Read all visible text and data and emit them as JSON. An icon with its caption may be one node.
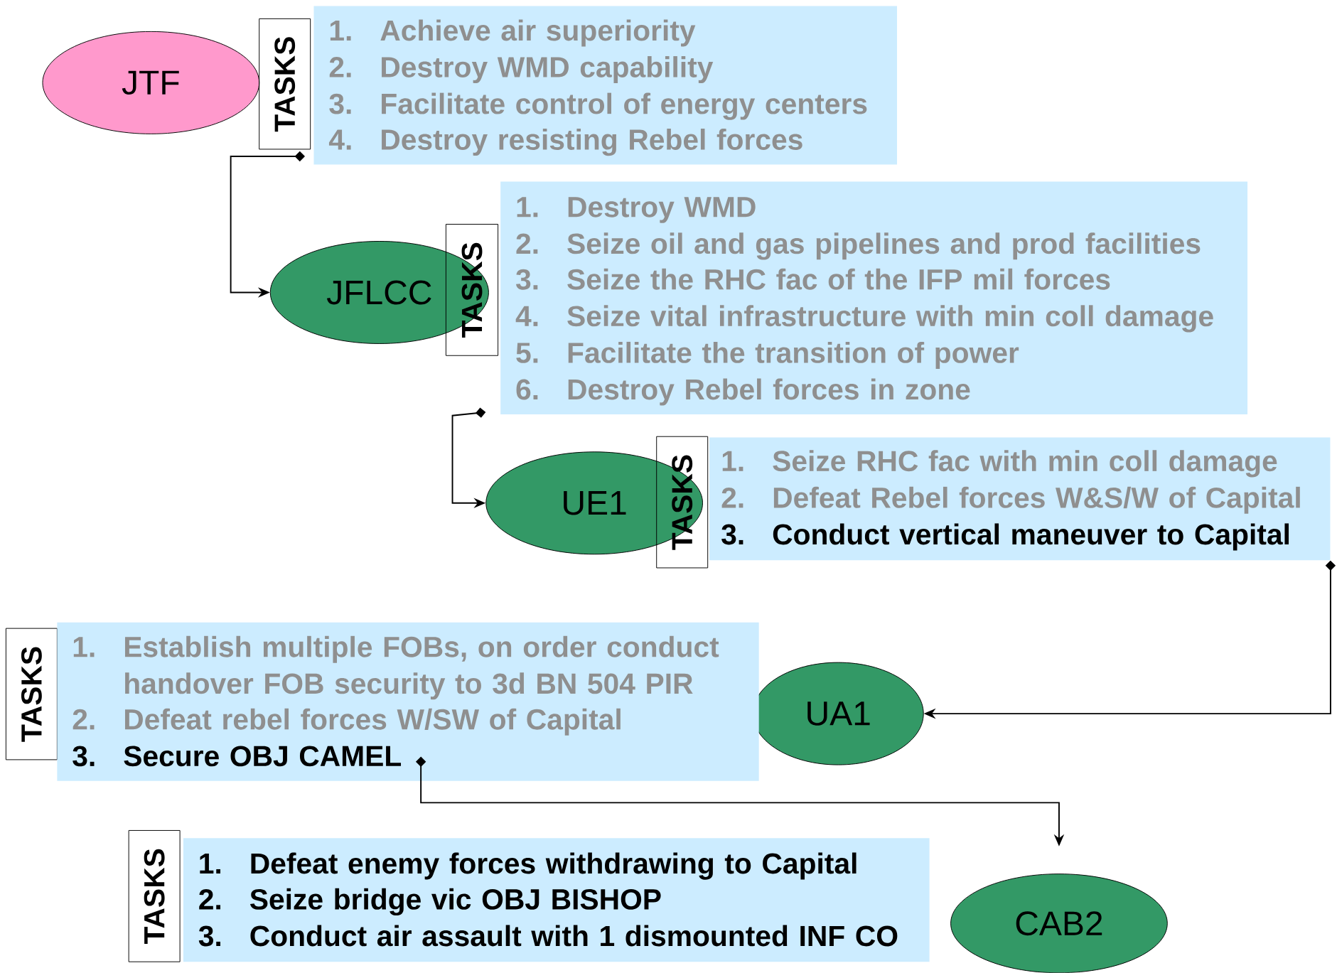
{
  "diagram": {
    "nodes": [
      {
        "text": [
          "JTF"
        ]
      },
      {
        "text": [
          "TASKS"
        ]
      },
      {
        "text": [
          "1.",
          "Achieve air superiority",
          "2.",
          "Destroy WMD capability",
          "3.",
          "Facilitate control of energy centers",
          "4.",
          "Destroy resisting Rebel forces"
        ]
      },
      {
        "text": [
          "JFLCC"
        ]
      },
      {
        "text": [
          "TASKS"
        ]
      },
      {
        "text": [
          "1.",
          "Destroy WMD",
          "2.",
          "Seize oil and gas pipelines and prod facilities",
          "3.",
          "Seize the RHC fac of the IFP mil forces",
          "4.",
          "Seize vital infrastructure with min coll damage",
          "5.",
          "Facilitate the transition of power",
          "6.",
          "Destroy Rebel forces in zone"
        ]
      },
      {
        "text": [
          "UE1"
        ]
      },
      {
        "text": [
          "TASKS"
        ]
      },
      {
        "text": [
          "1.",
          "Seize RHC fac with min coll damage",
          "2.",
          "Defeat Rebel forces W&S/W of Capital",
          "3.",
          "Conduct vertical maneuver to Capital"
        ]
      },
      {
        "text": [
          "TASKS"
        ]
      },
      {
        "text": [
          "1.",
          "Establish multiple FOBs, on order conduct handover FOB security to 3d BN 504 PIR",
          "2.",
          "Defeat rebel forces W/SW of Capital",
          "3.",
          "Secure OBJ CAMEL"
        ]
      },
      {
        "text": [
          "UA1"
        ]
      },
      {
        "text": [
          "TASKS"
        ]
      },
      {
        "text": [
          "1.",
          "Defeat enemy forces withdrawing to Capital",
          "2.",
          "Seize bridge vic OBJ BISHOP",
          "3.",
          "Conduct air assault with 1 dismounted INF CO"
        ]
      },
      {
        "text": [
          "CAB2"
        ]
      }
    ],
    "edges": [
      {
        "from": 2,
        "to": 3,
        "arrow": "to"
      },
      {
        "from": 5,
        "to": 6,
        "arrow": "to"
      },
      {
        "from": 8,
        "to": 11,
        "arrow": "to"
      },
      {
        "from": 10,
        "to": 14,
        "arrow": "to"
      }
    ]
  }
}
